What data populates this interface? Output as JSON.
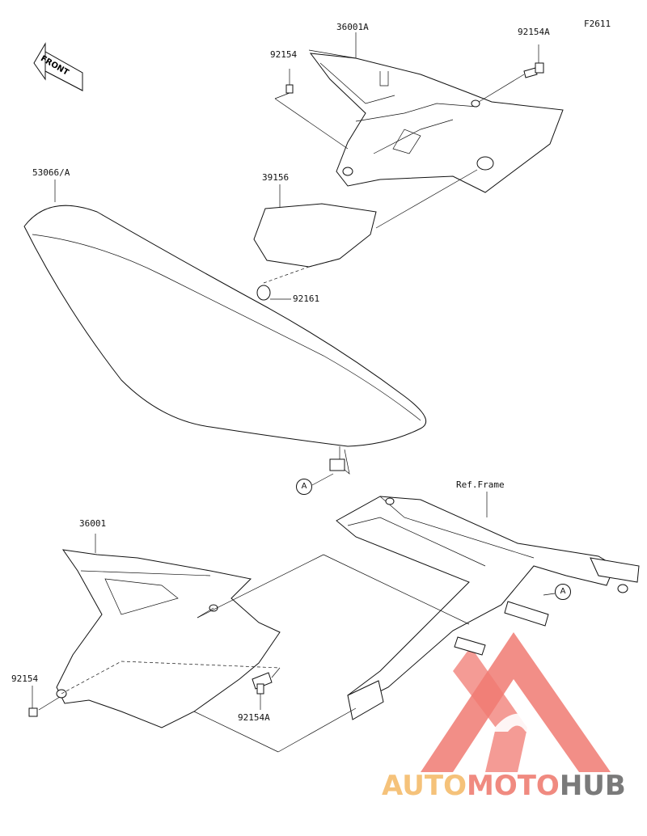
{
  "figure_code": "F2611",
  "front_label": "FRONT",
  "parts": {
    "side_cover_right": "36001A",
    "side_cover_left": "36001",
    "bolt_upper_left": "92154",
    "bolt_upper_right": "92154A",
    "bolt_lower_left": "92154",
    "bolt_lower_right": "92154A",
    "seat": "53066/A",
    "pad": "39156",
    "damper": "92161",
    "ref_frame": "Ref.Frame"
  },
  "callouts": {
    "a_seat": "A",
    "a_frame": "A"
  },
  "watermark": {
    "part1": "AUTO",
    "part2": "MOTO",
    "part3": "HUB",
    "color1": "#f5c27a",
    "color2": "#f08a80",
    "color3": "#7a7a7a",
    "logo_color": "#f07a72"
  }
}
